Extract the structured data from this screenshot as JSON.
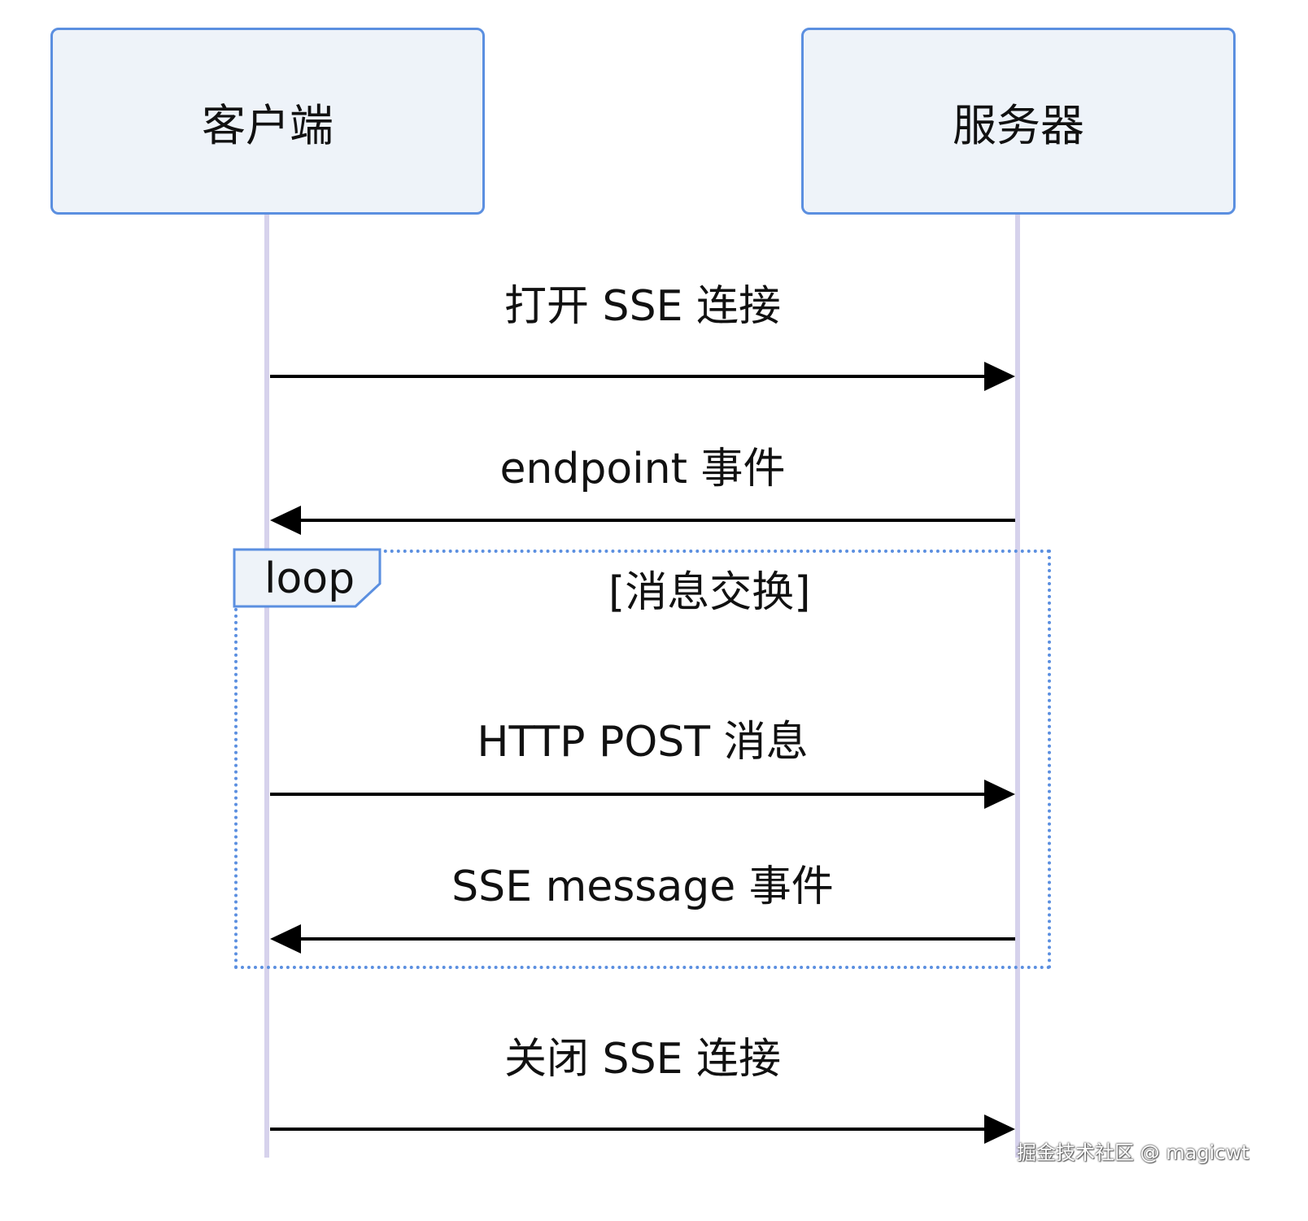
{
  "participants": {
    "client": "客户端",
    "server": "服务器"
  },
  "messages": [
    {
      "label": "打开 SSE 连接",
      "from": "client",
      "to": "server"
    },
    {
      "label": "endpoint 事件",
      "from": "server",
      "to": "client"
    },
    {
      "label": "HTTP POST 消息",
      "from": "client",
      "to": "server"
    },
    {
      "label": "SSE message 事件",
      "from": "server",
      "to": "client"
    },
    {
      "label": "关闭 SSE 连接",
      "from": "client",
      "to": "server"
    }
  ],
  "loop": {
    "keyword": "loop",
    "condition": "[消息交换]"
  },
  "watermark": "掘金技术社区 @ magicwt",
  "colors": {
    "participant_border": "#5b8fe0",
    "participant_fill": "#eef3f9",
    "lifeline": "#d6d2ec",
    "loop_border": "#5b8fe0",
    "arrow": "#000000"
  }
}
